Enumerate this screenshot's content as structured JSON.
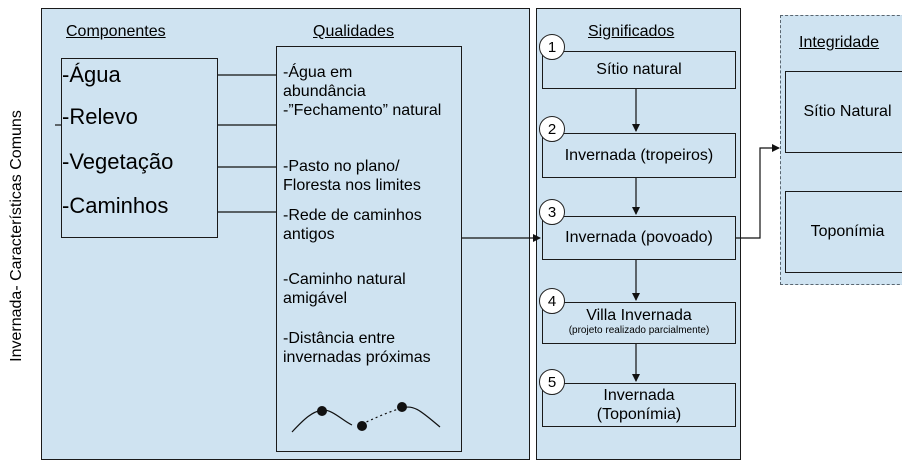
{
  "side_label": "Invernada- Características Comuns",
  "componentes": {
    "header": "Componentes",
    "items": [
      "-Água",
      "-Relevo",
      "-Vegetação",
      "-Caminhos"
    ]
  },
  "qualidades": {
    "header": "Qualidades",
    "items": [
      "-Água em abundância",
      "-”Fechamento” natural",
      "-Pasto no plano/ Floresta nos limites",
      "-Rede de caminhos antigos",
      "-Caminho natural amigável",
      "-Distância entre invernadas próximas"
    ]
  },
  "significados": {
    "header": "Significados",
    "steps": [
      {
        "number": "1",
        "label": "Sítio natural",
        "sub": ""
      },
      {
        "number": "2",
        "label": "Invernada (tropeiros)",
        "sub": ""
      },
      {
        "number": "3",
        "label": "Invernada (povoado)",
        "sub": ""
      },
      {
        "number": "4",
        "label": "Villa Invernada",
        "sub": "(projeto realizado parcialmente)"
      },
      {
        "number": "5",
        "label": "Invernada (Toponímia)",
        "sub": ""
      }
    ]
  },
  "integridade": {
    "header": "Integridade",
    "items": [
      "Sítio Natural",
      "Toponímia"
    ]
  }
}
